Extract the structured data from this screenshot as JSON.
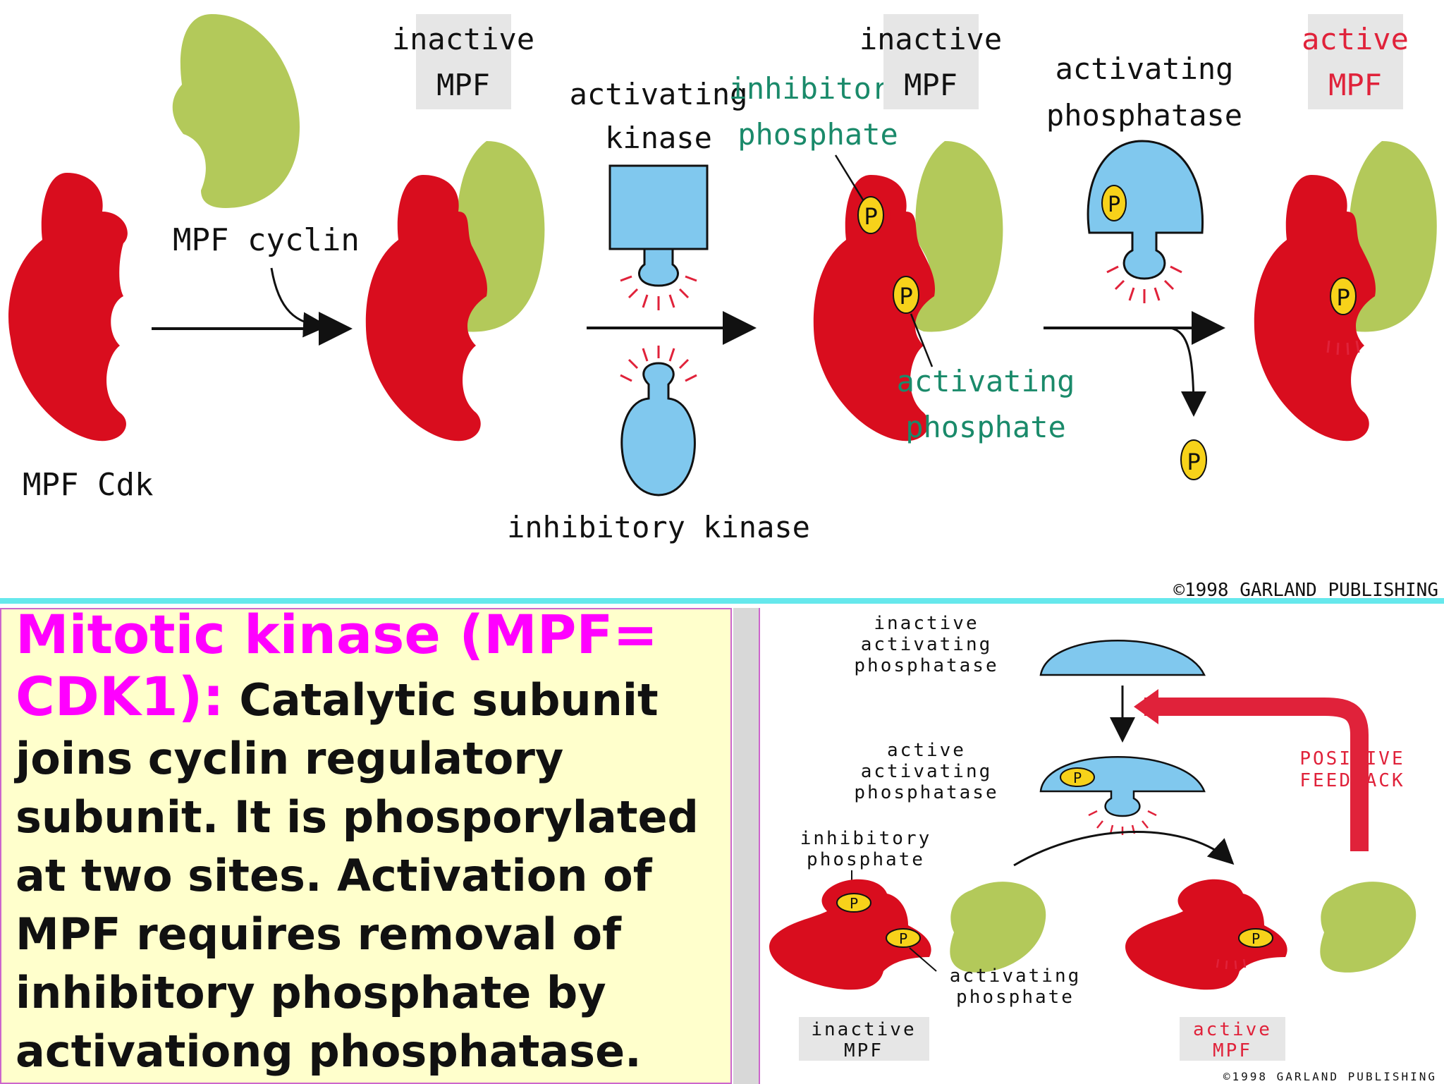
{
  "top_diagram": {
    "labels": {
      "mpf_cdk": "MPF Cdk",
      "mpf_cyclin": "MPF cyclin",
      "inactive_1": "inactive",
      "mpf_1": "MPF",
      "activating_kinase_1": "activating",
      "activating_kinase_2": "kinase",
      "inhibitory_kinase": "inhibitory kinase",
      "inhibitory_phosphate_1": "inhibitory",
      "inhibitory_phosphate_2": "phosphate",
      "inactive_2": "inactive",
      "mpf_2": "MPF",
      "activating_phosphate_1": "activating",
      "activating_phosphate_2": "phosphate",
      "activating_phosphatase_1": "activating",
      "activating_phosphatase_2": "phosphatase",
      "active": "active",
      "mpf_3": "MPF",
      "phosphate_symbol": "P",
      "copyright": "©1998 GARLAND PUBLISHING"
    },
    "colors": {
      "cdk": "#d90d1e",
      "cyclin": "#b3c95a",
      "enzyme": "#80c8ee",
      "phosphate": "#f7d21a",
      "teal_label": "#1a8a6a",
      "red_label": "#e0223a",
      "label_box": "#e6e6e6"
    }
  },
  "text_panel": {
    "title": "Mitotic kinase (MPF= CDK1):",
    "body": "Catalytic subunit joins cyclin regulatory subunit. It is phosporylated at two sites. Activation of MPF requires removal of inhibitory phosphate by activationg phosphatase.",
    "title_color": "#ff00ff"
  },
  "bottom_diagram": {
    "labels": {
      "inactive_phosphatase_1": "inactive",
      "inactive_phosphatase_2": "activating",
      "inactive_phosphatase_3": "phosphatase",
      "active_phosphatase_1": "active",
      "active_phosphatase_2": "activating",
      "active_phosphatase_3": "phosphatase",
      "inhibitory_phosphate_1": "inhibitory",
      "inhibitory_phosphate_2": "phosphate",
      "activating_phosphate_1": "activating",
      "activating_phosphate_2": "phosphate",
      "inactive_mpf_1": "inactive",
      "inactive_mpf_2": "MPF",
      "active_mpf_1": "active",
      "active_mpf_2": "MPF",
      "positive_feedback_1": "POSITIVE",
      "positive_feedback_2": "FEEDBACK",
      "phosphate_symbol": "P",
      "copyright": "©1998 GARLAND PUBLISHING"
    }
  }
}
